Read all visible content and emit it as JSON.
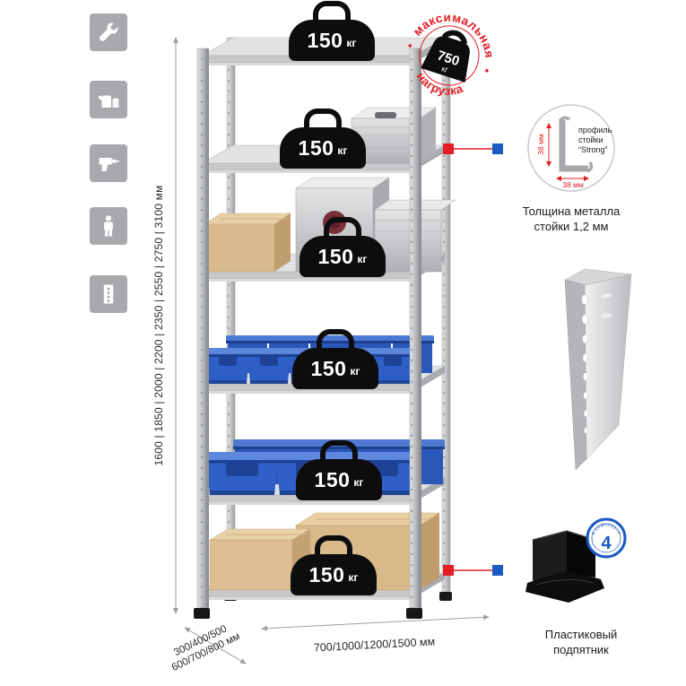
{
  "colors": {
    "accent_red": "#e31e24",
    "accent_blue": "#1c5bc2",
    "icon_tile_gray": "#a7a9ac",
    "metal_light": "#e3e4e6",
    "metal_dark": "#9da0a3",
    "bin_blue": "#2d5fc6",
    "box_brown": "#d9ba8d",
    "weight_black": "#0d0d0d"
  },
  "left_icon_bar": {
    "icons": [
      "wrench-icon",
      "gloves-icon",
      "drill-icon",
      "person-icon",
      "rack-post-icon"
    ]
  },
  "shelf_load": {
    "value": "150",
    "unit": "кг"
  },
  "max_load_stamp": {
    "arc_top": "максимальная",
    "arc_bottom": "нагрузка",
    "value": "750",
    "unit": "кг"
  },
  "height_dimension": {
    "label": "1600 | 1850 | 2000 | 2200 | 2350 | 2550 | 2750 | 3100 мм"
  },
  "depth_dimension": {
    "line1": "300/400/500",
    "line2": "600/700/800 мм"
  },
  "width_dimension": {
    "label": "700/1000/1200/1500 мм"
  },
  "profile_callout": {
    "text_line1": "профиль",
    "text_line2": "стойки",
    "text_line3": "“Strong”",
    "dim_side": "38 мм",
    "dim_bottom": "38 мм",
    "caption_line1": "Толщина металла",
    "caption_line2": "стойки 1,2 мм"
  },
  "foot_callout": {
    "badge_value": "4",
    "badge_text": "в комплекте",
    "caption_line1": "Пластиковый",
    "caption_line2": "подпятник"
  }
}
